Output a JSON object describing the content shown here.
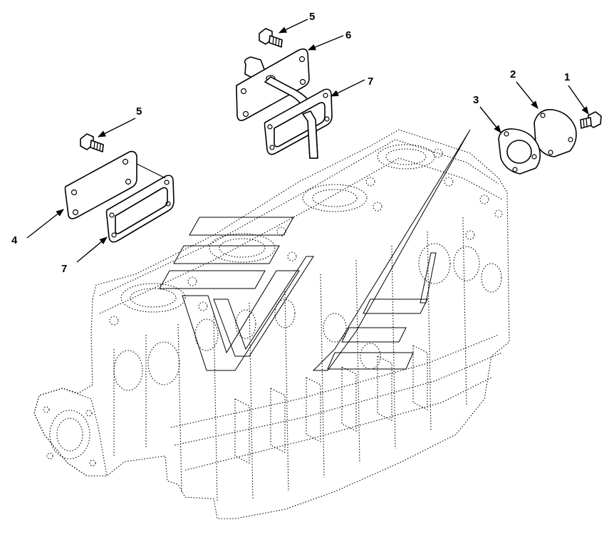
{
  "callouts": [
    {
      "id": "c1",
      "label": "1"
    },
    {
      "id": "c2",
      "label": "2"
    },
    {
      "id": "c3",
      "label": "3"
    },
    {
      "id": "c4",
      "label": "4"
    },
    {
      "id": "c5a",
      "label": "5"
    },
    {
      "id": "c5b",
      "label": "5"
    },
    {
      "id": "c6",
      "label": "6"
    },
    {
      "id": "c7a",
      "label": "7"
    },
    {
      "id": "c7b",
      "label": "7"
    }
  ]
}
